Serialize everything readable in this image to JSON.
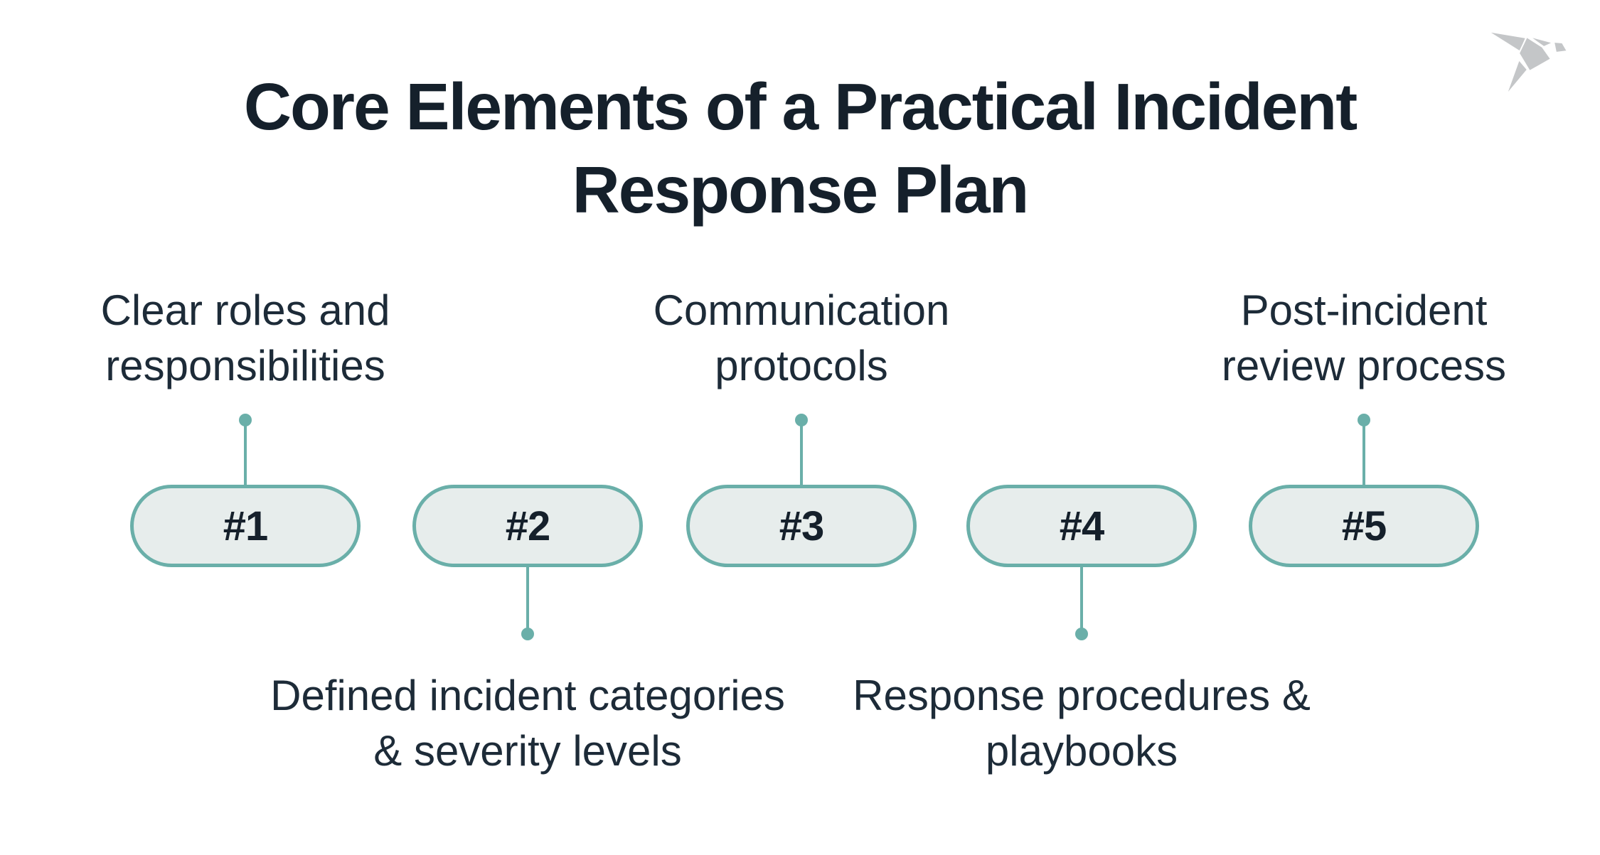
{
  "title": {
    "line1": "Core Elements of a Practical Incident",
    "line2": "Response Plan"
  },
  "logo": {
    "name": "origami-bird-logo"
  },
  "colors": {
    "background": "#ffffff",
    "teal": "#6aafa9",
    "pill_fill": "#e7edec",
    "title_text": "#15202b",
    "label_text": "#1d2b38",
    "logo_gray": "#c4c6c8"
  },
  "diagram": {
    "items": [
      {
        "number": "#1",
        "label_line1": "Clear roles and",
        "label_line2": "responsibilities",
        "label_position": "above"
      },
      {
        "number": "#2",
        "label_line1": "Defined incident categories",
        "label_line2": "& severity levels",
        "label_position": "below"
      },
      {
        "number": "#3",
        "label_line1": "Communication",
        "label_line2": "protocols",
        "label_position": "above"
      },
      {
        "number": "#4",
        "label_line1": "Response procedures &",
        "label_line2": "playbooks",
        "label_position": "below"
      },
      {
        "number": "#5",
        "label_line1": "Post-incident",
        "label_line2": "review process",
        "label_position": "above"
      }
    ]
  }
}
